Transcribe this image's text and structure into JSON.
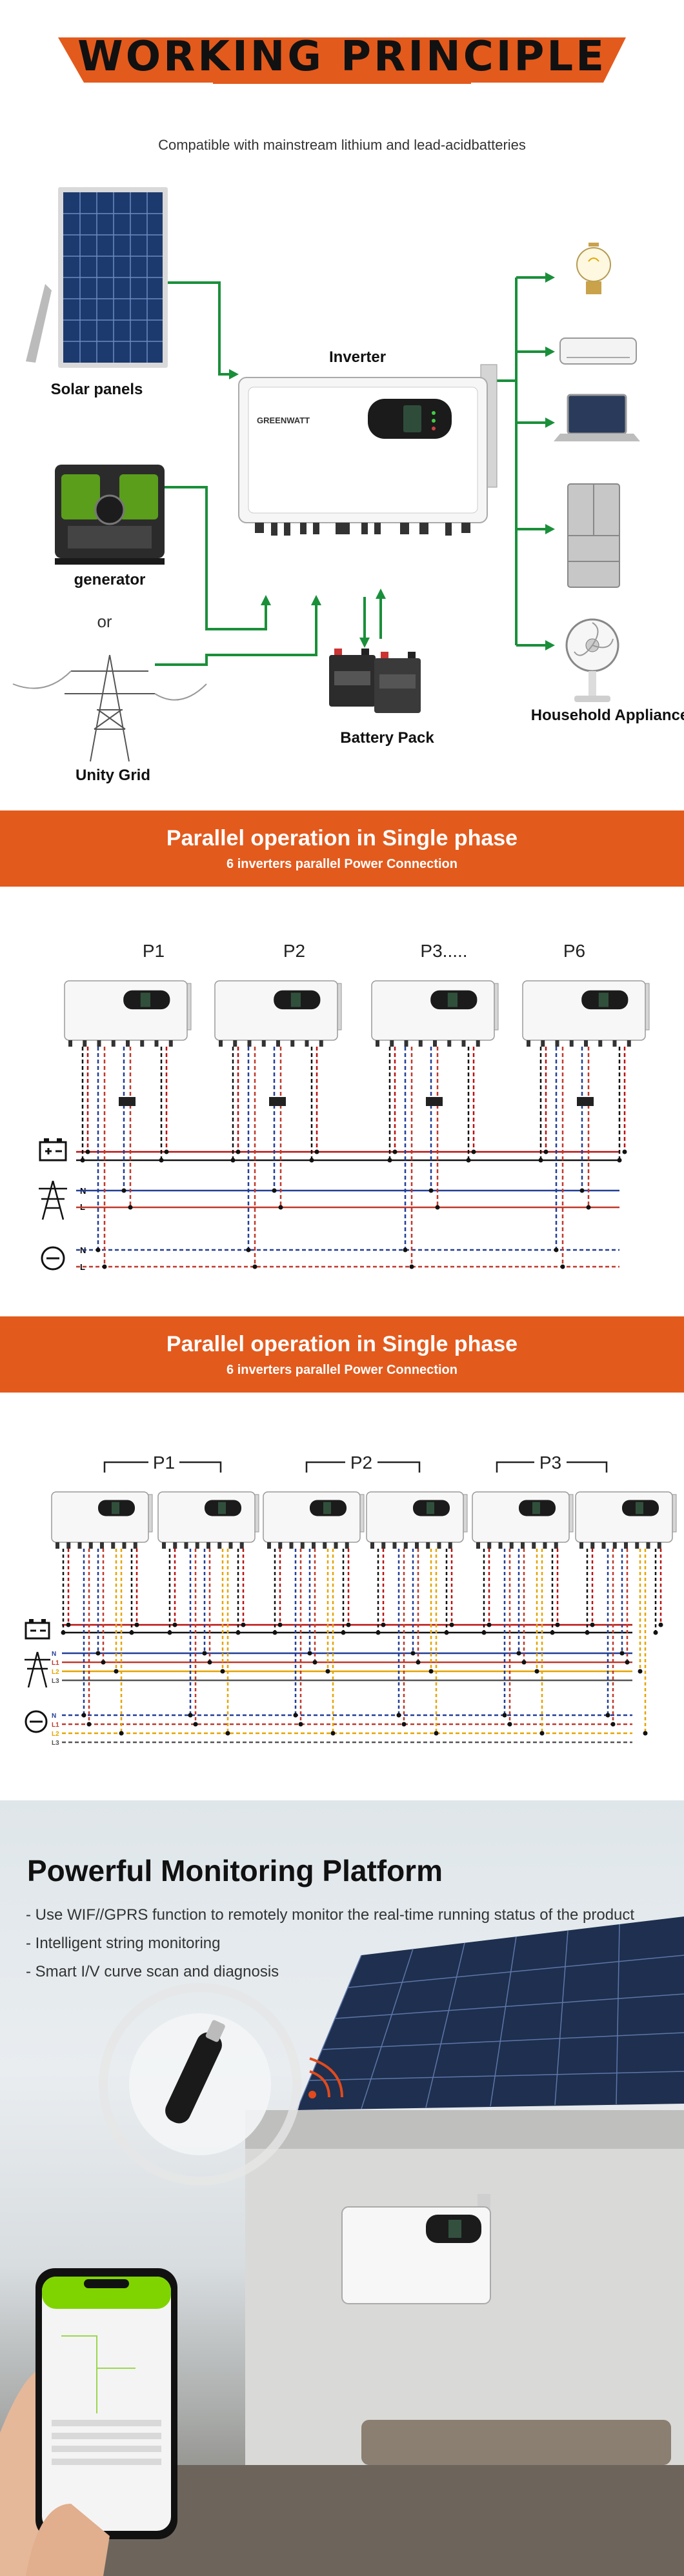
{
  "section1": {
    "title": "WORKING PRINCIPLE",
    "subtitle": "Compatible with mainstream lithium and lead-acidbatteries",
    "inverter_label": "Inverter",
    "brand": "GREENWATT",
    "sources": {
      "solar": "Solar panels",
      "generator": "generator",
      "or": "or",
      "grid": "Unity Grid"
    },
    "battery": "Battery Pack",
    "household": "Household Appliance",
    "colors": {
      "accent": "#e35a1d",
      "line": "#1a8f3a"
    }
  },
  "section2": {
    "title": "Parallel operation in Single phase",
    "subtitle": "6 inverters parallel Power Connection",
    "units": [
      "P1",
      "P2",
      "P3.....",
      "P6"
    ],
    "bus_labels": [
      "N",
      "L",
      "N",
      "L"
    ]
  },
  "section3": {
    "title": "Parallel operation in Single phase",
    "subtitle": "6 inverters parallel Power Connection",
    "groups": [
      "P1",
      "P2",
      "P3"
    ],
    "bus_labels": [
      "N",
      "L1",
      "L2",
      "L3",
      "N",
      "L1",
      "L2",
      "L3"
    ]
  },
  "section4": {
    "title": "Powerful Monitoring Platform",
    "features": [
      "- Use WIF//GPRS function to remotely monitor the real-time running status of the product",
      "- Intelligent string monitoring",
      "- Smart I/V curve scan and diagnosis"
    ]
  }
}
